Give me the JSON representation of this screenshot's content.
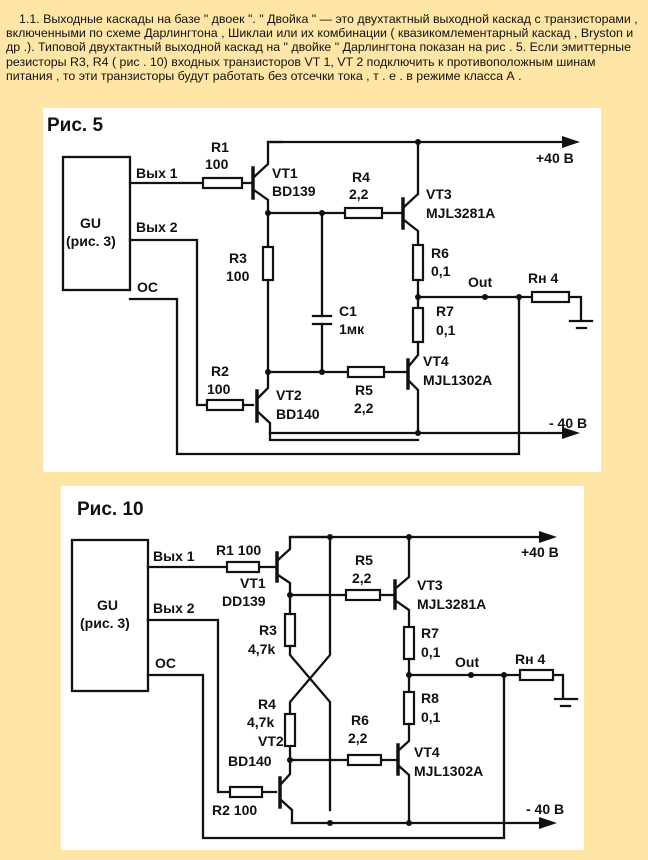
{
  "intro_text": "1.1. Выходные каскады на базе \" двоек \". \" Двойка \" — это двухтактный выходной каскад с транзисторами , включенными по схеме Дарлингтона , Шиклаи или их комбинации ( квазикомлементарный каскад , Bryston и др .). Типовой двухтактный выходной каскад на \" двойке \" Дарлингтона показан на рис . 5. Если эмиттерные резисторы R3, R4 ( рис . 10) входных транзисторов VT 1, VT 2 подключить к противоположным шинам питания , то эти транзисторы будут работать без отсечки тока , т . е . в режиме класса А .",
  "colors": {
    "page_background": "#ffe5a6",
    "panel_background": "#ffffff",
    "ink": "#111111"
  },
  "fig5": {
    "title": "Рис. 5",
    "gu_label": "GU",
    "gu_ref": "(рис. 3)",
    "out1": "Вых 1",
    "out2": "Вых 2",
    "oc": "ОС",
    "r1_name": "R1",
    "r1_value": "100",
    "r2_name": "R2",
    "r2_value": "100",
    "r3_name": "R3",
    "r3_value": "100",
    "r4_name": "R4",
    "r4_value": "2,2",
    "r5_name": "R5",
    "r5_value": "2,2",
    "r6_name": "R6",
    "r6_value": "0,1",
    "r7_name": "R7",
    "r7_value": "0,1",
    "c1_name": "C1",
    "c1_value": "1мк",
    "vt1_name": "VT1",
    "vt1_part": "BD139",
    "vt2_name": "VT2",
    "vt2_part": "BD140",
    "vt3_name": "VT3",
    "vt3_part": "MJL3281A",
    "vt4_name": "VT4",
    "vt4_part": "MJL1302A",
    "out_label": "Out",
    "load_label": "Rн 4",
    "vplus": "+40 В",
    "vminus": "- 40 В"
  },
  "fig10": {
    "title": "Рис. 10",
    "gu_label": "GU",
    "gu_ref": "(рис. 3)",
    "out1": "Вых 1",
    "out2": "Вых 2",
    "oc": "ОС",
    "r1_label": "R1 100",
    "r2_label": "R2 100",
    "r3_name": "R3",
    "r3_value": "4,7k",
    "r4_name": "R4",
    "r4_value": "4,7k",
    "r5_name": "R5",
    "r5_value": "2,2",
    "r6_name": "R6",
    "r6_value": "2,2",
    "r7_name": "R7",
    "r7_value": "0,1",
    "r8_name": "R8",
    "r8_value": "0,1",
    "vt1_name": "VT1",
    "vt1_part": "DD139",
    "vt2_name": "VT2",
    "vt2_part": "BD140",
    "vt3_name": "VT3",
    "vt3_part": "MJL3281A",
    "vt4_name": "VT4",
    "vt4_part": "MJL1302A",
    "out_label": "Out",
    "load_label": "Rн 4",
    "vplus": "+40 В",
    "vminus": "- 40 В"
  }
}
